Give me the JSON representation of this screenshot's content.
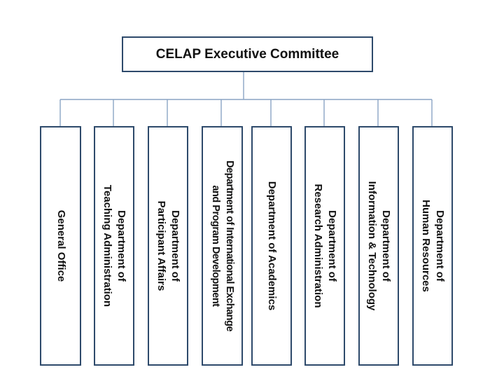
{
  "root": {
    "label": "CELAP Executive Committee"
  },
  "departments": [
    {
      "lines": [
        "General Office"
      ]
    },
    {
      "lines": [
        "Department of",
        "Teaching Administration"
      ]
    },
    {
      "lines": [
        "Department of",
        "Participant Affairs"
      ]
    },
    {
      "lines": [
        "Department of International Exchange",
        "and Program Development"
      ]
    },
    {
      "lines": [
        "Department of Academics"
      ]
    },
    {
      "lines": [
        "Department of",
        "Research Administration"
      ]
    },
    {
      "lines": [
        "Department of",
        "Information & Technology"
      ]
    },
    {
      "lines": [
        "Department of",
        "Human Resources"
      ]
    }
  ],
  "colors": {
    "box_border": "#2e4a6b",
    "connector": "#8aa4c4",
    "text": "#111111"
  }
}
